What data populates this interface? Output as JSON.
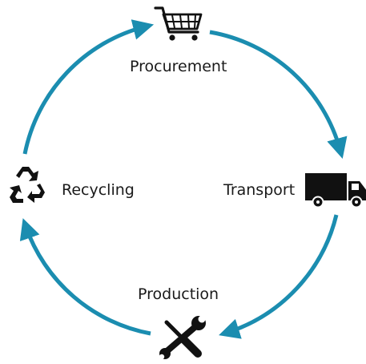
{
  "diagram": {
    "type": "cycle",
    "arrow_color": "#1b8db0",
    "icon_color": "#111111",
    "steps": [
      {
        "label": "Procurement",
        "icon": "shopping-cart-icon"
      },
      {
        "label": "Transport",
        "icon": "truck-icon"
      },
      {
        "label": "Production",
        "icon": "tools-icon"
      },
      {
        "label": "Recycling",
        "icon": "recycle-icon"
      }
    ],
    "flow": [
      "Procurement",
      "Transport",
      "Production",
      "Recycling",
      "Procurement"
    ]
  }
}
